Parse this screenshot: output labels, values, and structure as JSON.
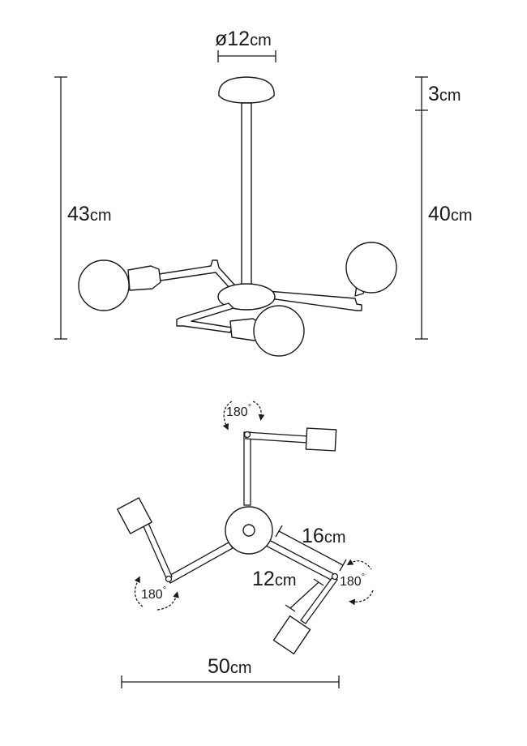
{
  "side_view": {
    "canopy_diameter": {
      "value": "ø12",
      "unit": "cm"
    },
    "total_height": {
      "value": "43",
      "unit": "cm"
    },
    "canopy_height": {
      "value": "3",
      "unit": "cm"
    },
    "drop_height": {
      "value": "40",
      "unit": "cm"
    }
  },
  "top_view": {
    "rotation_top": {
      "value": "180",
      "unit": "°"
    },
    "rotation_left": {
      "value": "180",
      "unit": "°"
    },
    "rotation_right": {
      "value": "180",
      "unit": "°"
    },
    "arm_segment_long": {
      "value": "16",
      "unit": "cm"
    },
    "arm_segment_short": {
      "value": "12",
      "unit": "cm"
    },
    "total_width": {
      "value": "50",
      "unit": "cm"
    }
  }
}
